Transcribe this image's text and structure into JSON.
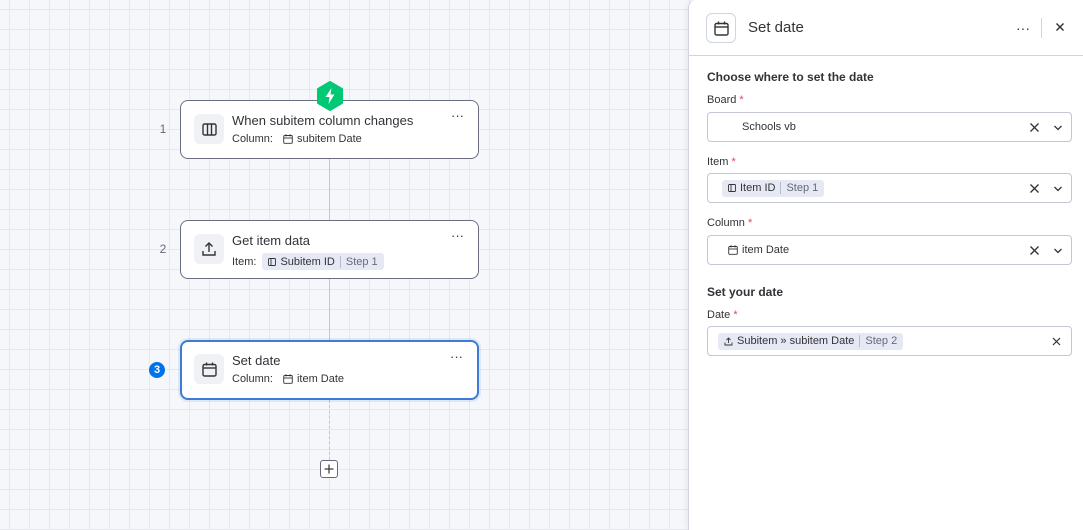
{
  "canvas": {
    "steps": [
      {
        "number": "1",
        "title": "When subitem column changes",
        "detail_label": "Column:",
        "detail_value": "subitem Date"
      },
      {
        "number": "2",
        "title": "Get item data",
        "detail_label": "Item:",
        "detail_token": "Subitem ID",
        "detail_step": "Step 1"
      },
      {
        "number": "3",
        "title": "Set date",
        "detail_label": "Column:",
        "detail_value": "item Date"
      }
    ],
    "more_glyph": "···"
  },
  "panel": {
    "title": "Set date",
    "more_glyph": "···",
    "section1_title": "Choose where to set the date",
    "board": {
      "label": "Board",
      "required": "*",
      "value": "Schools vb"
    },
    "item": {
      "label": "Item",
      "required": "*",
      "token": "Item ID",
      "step": "Step 1"
    },
    "column": {
      "label": "Column",
      "required": "*",
      "value": "item Date"
    },
    "section2_title": "Set your date",
    "date": {
      "label": "Date",
      "required": "*",
      "token": "Subitem » subitem Date",
      "step": "Step 2"
    }
  },
  "colors": {
    "accent": "#0073ea",
    "trigger_green": "#00c875",
    "required": "#e2445c"
  },
  "icons": {
    "step1": "board-layout-icon",
    "step2": "upload-icon",
    "step3": "calendar-icon",
    "trigger": "lightning-icon",
    "add": "plus-icon"
  }
}
